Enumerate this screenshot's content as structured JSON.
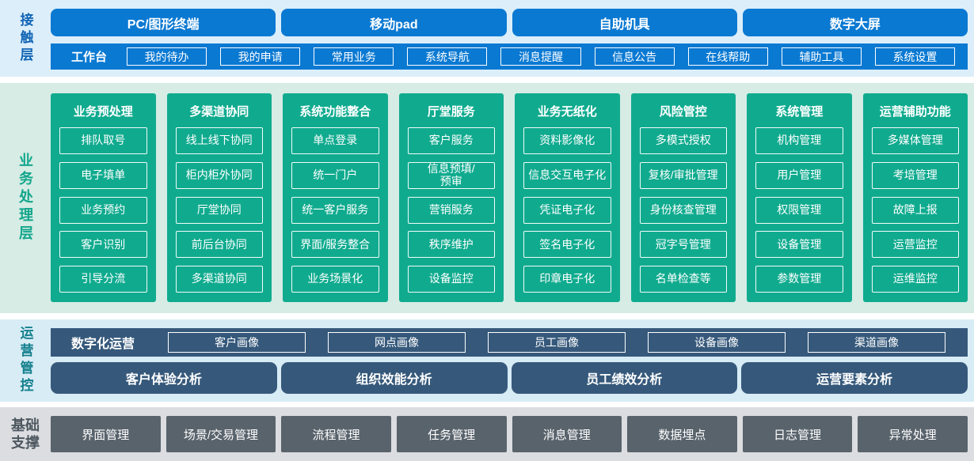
{
  "layers": {
    "contact_label": "接触层",
    "business_label": "业务处理层",
    "ops_label": "运营管控",
    "base_label_line1": "基础",
    "base_label_line2": "支撑"
  },
  "contact": {
    "devices": [
      "PC/图形终端",
      "移动pad",
      "自助机具",
      "数字大屏"
    ],
    "workbench": {
      "label": "工作台",
      "items": [
        "我的待办",
        "我的申请",
        "常用业务",
        "系统导航",
        "消息提醒",
        "信息公告",
        "在线帮助",
        "辅助工具",
        "系统设置"
      ]
    }
  },
  "business": {
    "columns": [
      {
        "title": "业务预处理",
        "items": [
          "排队取号",
          "电子填单",
          "业务预约",
          "客户识别",
          "引导分流"
        ]
      },
      {
        "title": "多渠道协同",
        "items": [
          "线上线下协同",
          "柜内柜外协同",
          "厅堂协同",
          "前后台协同",
          "多渠道协同"
        ]
      },
      {
        "title": "系统功能整合",
        "items": [
          "单点登录",
          "统一门户",
          "统一客户服务",
          "界面/服务整合",
          "业务场景化"
        ]
      },
      {
        "title": "厅堂服务",
        "items": [
          "客户服务",
          "信息预填/\n预审",
          "营销服务",
          "秩序维护",
          "设备监控"
        ]
      },
      {
        "title": "业务无纸化",
        "items": [
          "资料影像化",
          "信息交互电子化",
          "凭证电子化",
          "签名电子化",
          "印章电子化"
        ]
      },
      {
        "title": "风险管控",
        "items": [
          "多模式授权",
          "复核/审批管理",
          "身份核查管理",
          "冠字号管理",
          "名单检查等"
        ]
      },
      {
        "title": "系统管理",
        "items": [
          "机构管理",
          "用户管理",
          "权限管理",
          "设备管理",
          "参数管理"
        ]
      },
      {
        "title": "运营辅助功能",
        "items": [
          "多媒体管理",
          "考培管理",
          "故障上报",
          "运营监控",
          "运维监控"
        ]
      }
    ]
  },
  "ops": {
    "digital": {
      "label": "数字化运营",
      "items": [
        "客户画像",
        "网点画像",
        "员工画像",
        "设备画像",
        "渠道画像"
      ]
    },
    "analysis": [
      "客户体验分析",
      "组织效能分析",
      "员工绩效分析",
      "运营要素分析"
    ]
  },
  "base": {
    "items": [
      "界面管理",
      "场景/交易管理",
      "流程管理",
      "任务管理",
      "消息管理",
      "数据埋点",
      "日志管理",
      "异常处理"
    ]
  },
  "colors": {
    "contact_accent": "#0a79d2",
    "contact_bg": "#dbeefa",
    "contact_label_color": "#1064b5",
    "business_accent": "#10ab8f",
    "business_bg": "#d6ece4",
    "business_label_color": "#12a68c",
    "ops_accent": "#36597b",
    "ops_bg": "#d8ecf6",
    "ops_label_color": "#14808d",
    "base_accent": "#59636c",
    "base_bg": "#dbdde0",
    "base_label_color": "#4e5860"
  }
}
